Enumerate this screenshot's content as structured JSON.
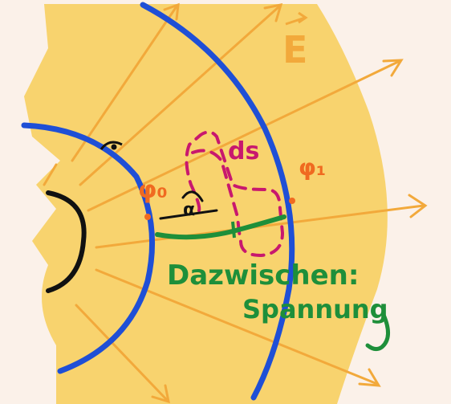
{
  "labels": {
    "field": "E",
    "phi0": "φ₀",
    "phi1": "φ₁",
    "ds": "ds",
    "alpha": "α",
    "between": "Dazwischen:",
    "voltage": "Spannung"
  },
  "colors": {
    "background": "#fbf1e9",
    "field_region": "#f8d36e",
    "field_lines": "#f2a93b",
    "equipotential": "#1f4fd6",
    "green": "#1e8f3a",
    "magenta": "#c8186e",
    "orange_label": "#f06a20",
    "charge": "#111111"
  }
}
